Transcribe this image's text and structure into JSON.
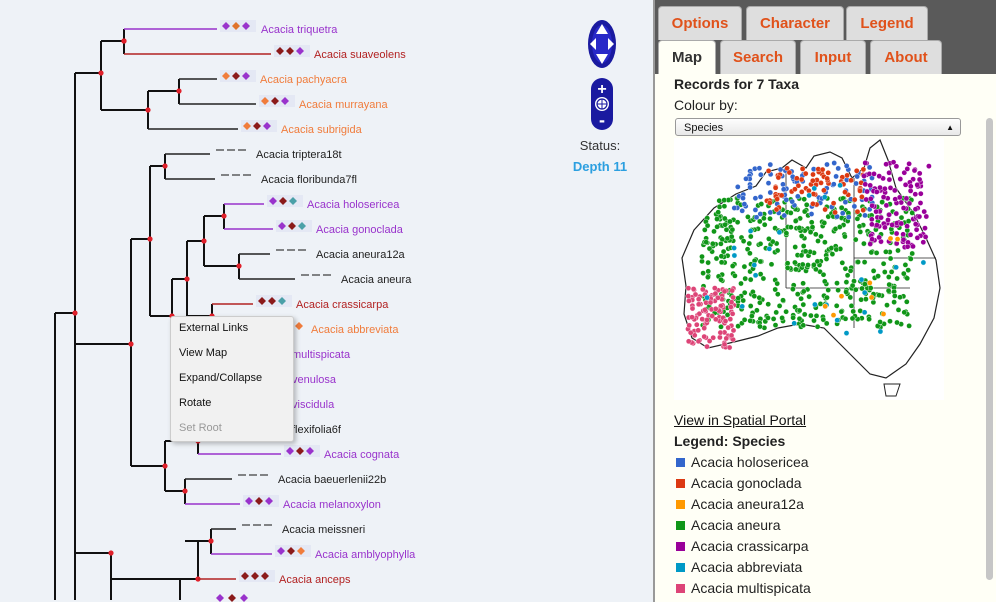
{
  "tree": {
    "leaves": [
      {
        "name": "Acacia triquetra",
        "color": "#9933cc",
        "markers": [
          "#9933cc",
          "#e0732c",
          "#9933cc"
        ]
      },
      {
        "name": "Acacia suaveolens",
        "color": "#b22222",
        "markers": [
          "#8b1a1a",
          "#8b1a1a",
          "#9933cc"
        ]
      },
      {
        "name": "Acacia pachyacra",
        "color": "#f07c3c",
        "markers": [
          "#f07c3c",
          "#8b1a1a",
          "#9933cc"
        ]
      },
      {
        "name": "Acacia murrayana",
        "color": "#f07c3c",
        "markers": [
          "#f07c3c",
          "#8b1a1a",
          "#9933cc"
        ]
      },
      {
        "name": "Acacia subrigida",
        "color": "#f07c3c",
        "markers": [
          "#f07c3c",
          "#8b1a1a",
          "#9933cc"
        ]
      },
      {
        "name": "Acacia triptera18t",
        "color": "#222222",
        "markers": []
      },
      {
        "name": "Acacia floribunda7fl",
        "color": "#222222",
        "markers": []
      },
      {
        "name": "Acacia holosericea",
        "color": "#9933cc",
        "markers": [
          "#9933cc",
          "#8b1a1a",
          "#4aa0a8"
        ]
      },
      {
        "name": "Acacia gonoclada",
        "color": "#9933cc",
        "markers": [
          "#9933cc",
          "#8b1a1a",
          "#4aa0a8"
        ]
      },
      {
        "name": "Acacia aneura12a",
        "color": "#222222",
        "markers": []
      },
      {
        "name": "Acacia aneura",
        "color": "#222222",
        "markers": []
      },
      {
        "name": "Acacia crassicarpa",
        "color": "#b22222",
        "markers": [
          "#8b1a1a",
          "#8b1a1a",
          "#4aa0a8"
        ]
      },
      {
        "name": "Acacia abbreviata",
        "color": "#f07c3c",
        "markers": [
          "#f07c3c"
        ]
      },
      {
        "name": "Acacia multispicata",
        "color": "#9933cc",
        "markers": []
      },
      {
        "name": "Acacia venulosa",
        "color": "#9933cc",
        "markers": []
      },
      {
        "name": "Acacia viscidula",
        "color": "#9933cc",
        "markers": []
      },
      {
        "name": "Acacia flexifolia6f",
        "color": "#222222",
        "markers": []
      },
      {
        "name": "Acacia cognata",
        "color": "#9933cc",
        "markers": [
          "#9933cc",
          "#8b1a1a",
          "#9933cc"
        ]
      },
      {
        "name": "Acacia baeuerlenii22b",
        "color": "#222222",
        "markers": []
      },
      {
        "name": "Acacia melanoxylon",
        "color": "#9933cc",
        "markers": [
          "#9933cc",
          "#8b1a1a",
          "#9933cc"
        ]
      },
      {
        "name": "Acacia meissneri",
        "color": "#222222",
        "markers": []
      },
      {
        "name": "Acacia amblyophylla",
        "color": "#9933cc",
        "markers": [
          "#9933cc",
          "#8b1a1a",
          "#f07c3c"
        ]
      },
      {
        "name": "Acacia anceps",
        "color": "#b22222",
        "markers": [
          "#8b1a1a",
          "#8b1a1a",
          "#8b1a1a"
        ]
      }
    ]
  },
  "status": {
    "label": "Status:",
    "depth": "Depth 11"
  },
  "context_menu": {
    "items": [
      "External Links",
      "View Map",
      "Expand/Collapse",
      "Rotate",
      "Set Root"
    ]
  },
  "tabs": {
    "row1": [
      "Options",
      "Character",
      "Legend"
    ],
    "row2": [
      "Map",
      "Search",
      "Input",
      "About"
    ],
    "active": "Map"
  },
  "map_panel": {
    "records": "Records for 7 Taxa",
    "colour_by_label": "Colour by:",
    "colour_by_value": "Species",
    "spatial_link": "View in Spatial Portal",
    "legend_title": "Legend: Species",
    "legend": [
      {
        "name": "Acacia holosericea",
        "color": "#3366cc"
      },
      {
        "name": "Acacia gonoclada",
        "color": "#dc3912"
      },
      {
        "name": "Acacia aneura12a",
        "color": "#ff9900"
      },
      {
        "name": "Acacia aneura",
        "color": "#109618"
      },
      {
        "name": "Acacia crassicarpa",
        "color": "#990099"
      },
      {
        "name": "Acacia abbreviata",
        "color": "#0099c6"
      },
      {
        "name": "Acacia multispicata",
        "color": "#dd4477"
      }
    ]
  }
}
